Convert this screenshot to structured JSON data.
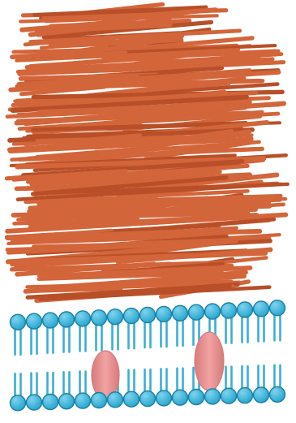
{
  "diagram": {
    "type": "bacterial-cell-wall-illustration",
    "parts": [
      {
        "id": "peptidoglycan-layer",
        "kind": "strands",
        "count": 150
      },
      {
        "id": "phospholipid-bilayer",
        "kind": "membrane"
      },
      {
        "id": "membrane-proteins",
        "kind": "protein",
        "count": 2
      }
    ]
  },
  "colors": {
    "background": "#ffffff",
    "strand": "#d3653a",
    "strand_dark": "#b84f28",
    "head_fill": "#2aa7cf",
    "head_highlight": "#7fd3ee",
    "head_stroke": "#1b7fa3",
    "tail": "#3aaed4",
    "protein_fill": "#f2a2a2",
    "protein_stroke": "#d67b7b"
  }
}
